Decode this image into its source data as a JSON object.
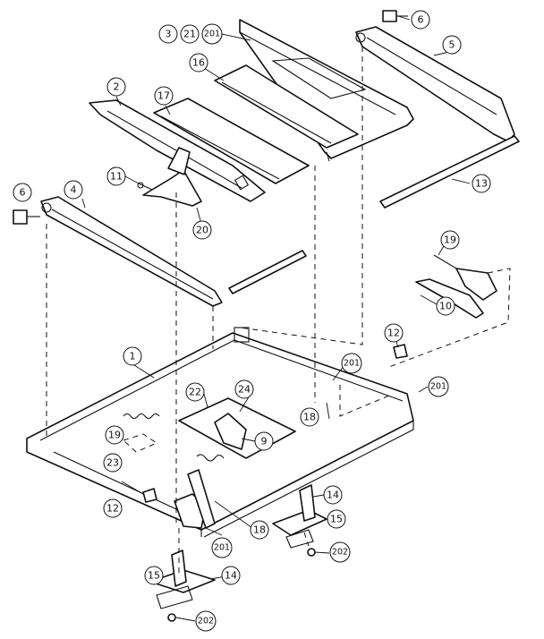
{
  "diagram": {
    "callouts": [
      {
        "id": "c-3",
        "text": "3"
      },
      {
        "id": "c-21",
        "text": "21"
      },
      {
        "id": "c-201a",
        "text": "201"
      },
      {
        "id": "c-6a",
        "text": "6"
      },
      {
        "id": "c-5",
        "text": "5"
      },
      {
        "id": "c-16",
        "text": "16"
      },
      {
        "id": "c-2",
        "text": "2"
      },
      {
        "id": "c-17",
        "text": "17"
      },
      {
        "id": "c-11",
        "text": "11"
      },
      {
        "id": "c-20",
        "text": "20"
      },
      {
        "id": "c-13",
        "text": "13"
      },
      {
        "id": "c-6b",
        "text": "6"
      },
      {
        "id": "c-4",
        "text": "4"
      },
      {
        "id": "c-19a",
        "text": "19"
      },
      {
        "id": "c-10",
        "text": "10"
      },
      {
        "id": "c-12a",
        "text": "12"
      },
      {
        "id": "c-1",
        "text": "1"
      },
      {
        "id": "c-201b",
        "text": "201"
      },
      {
        "id": "c-201c",
        "text": "201"
      },
      {
        "id": "c-22",
        "text": "22"
      },
      {
        "id": "c-24",
        "text": "24"
      },
      {
        "id": "c-18a",
        "text": "18"
      },
      {
        "id": "c-19b",
        "text": "19"
      },
      {
        "id": "c-9",
        "text": "9"
      },
      {
        "id": "c-23",
        "text": "23"
      },
      {
        "id": "c-14a",
        "text": "14"
      },
      {
        "id": "c-15a",
        "text": "15"
      },
      {
        "id": "c-12b",
        "text": "12"
      },
      {
        "id": "c-201d",
        "text": "201"
      },
      {
        "id": "c-18b",
        "text": "18"
      },
      {
        "id": "c-202a",
        "text": "202"
      },
      {
        "id": "c-15b",
        "text": "15"
      },
      {
        "id": "c-14b",
        "text": "14"
      },
      {
        "id": "c-202b",
        "text": "202"
      }
    ]
  }
}
